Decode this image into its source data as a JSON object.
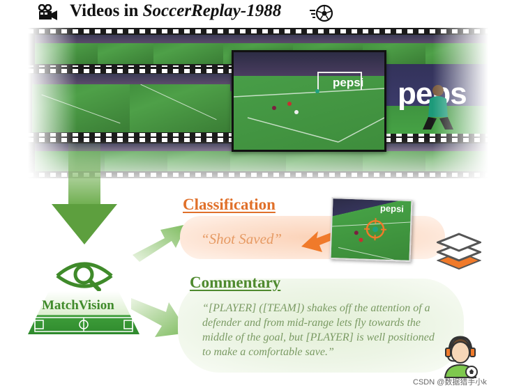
{
  "header": {
    "title_prefix": "Videos in ",
    "title_dataset": "SoccerReplay-1988",
    "camera_icon": "video-camera-icon",
    "ball_icon": "soccer-ball-icon"
  },
  "film": {
    "sponsor_text": "pepsi",
    "sponsor_text_large": "peps"
  },
  "model": {
    "name": "MatchVision",
    "icon": "eye-magnifier-icon",
    "color": "#3f8a2a"
  },
  "classification": {
    "heading": "Classification",
    "result": "“Shot Saved”",
    "color": "#e0702a",
    "inset_sponsor": "pepsi"
  },
  "commentary": {
    "heading": "Commentary",
    "text": "“[PLAYER] ([TEAM]) shakes off the attention of a defender and from mid-range lets fly towards the middle of the goal, but [PLAYER] is well positioned to make a comfortable save.”",
    "color": "#4f8a2a"
  },
  "icons": {
    "stack": "layers-stack-icon",
    "commentator": "commentator-headset-icon"
  },
  "watermark": "CSDN @数据猎手小k"
}
